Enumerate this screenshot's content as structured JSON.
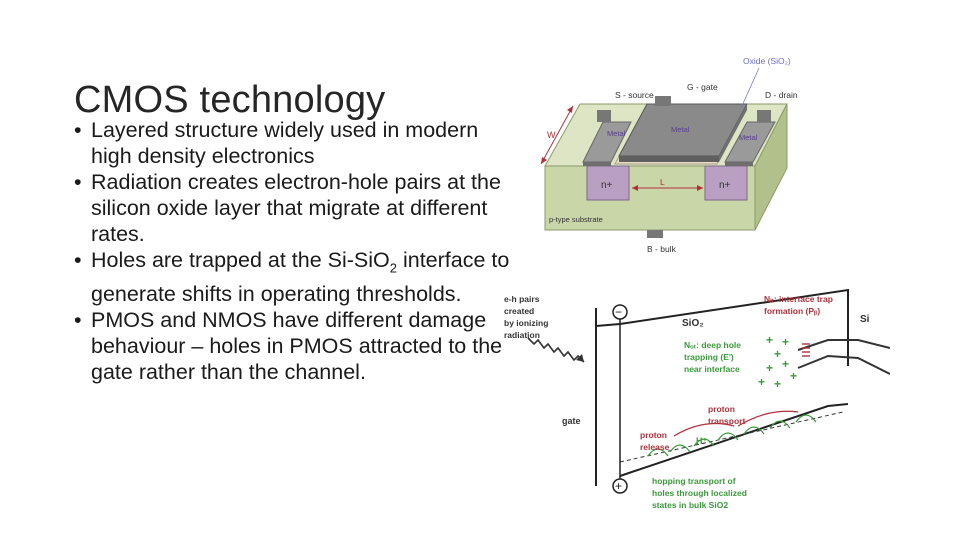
{
  "slide": {
    "title": "CMOS technology",
    "bullets": [
      {
        "text": "Layered structure widely used in modern high density electronics"
      },
      {
        "text": "Radiation creates electron-hole pairs at the silicon oxide layer that migrate at different rates."
      },
      {
        "pre": "Holes are trapped at the Si-SiO",
        "sub": "2",
        "post": " interface to generate shifts in operating thresholds."
      },
      {
        "text": "PMOS and NMOS have different damage behaviour – holes in PMOS attracted to the gate rather than the channel."
      }
    ]
  },
  "mos_figure": {
    "oxide_label": "Oxide (SiO₂)",
    "source_label": "S - source",
    "gate_label": "G - gate",
    "drain_label": "D - drain",
    "width_label": "W",
    "metal_left": "Metal",
    "metal_center": "Metal",
    "metal_right": "Metal",
    "n_left": "n+",
    "n_right": "n+",
    "length_label": "L",
    "substrate_label": "p-type substrate",
    "bulk_label": "B - bulk"
  },
  "band_figure": {
    "eh_pairs_label": [
      "e-h pairs",
      "created",
      "by ionizing",
      "radiation"
    ],
    "sio2_label": "SiO₂",
    "si_label": "Si",
    "nit_label": [
      "Nᵢₜ: interface trap",
      "formation (Pᵦ)"
    ],
    "not_label": [
      "Nₒₜ: deep hole",
      "trapping (E')",
      "near interface"
    ],
    "gate_label": "gate",
    "proton_transport_label": [
      "proton",
      "transport"
    ],
    "proton_release_label": [
      "proton",
      "release"
    ],
    "h_plus_label": "H⁺",
    "hopping_label": [
      "hopping transport of",
      "holes through localized",
      "states in bulk SiO2"
    ],
    "minus_symbol": "−",
    "plus_symbol": "+"
  },
  "colors": {
    "title": "#262626",
    "substrate": "#c9d6a8",
    "metal": "#8a8a8a",
    "n_region": "#b9a0c2",
    "oxide": "#e6ddc6",
    "band_red": "#b0303a",
    "band_green": "#3a9a3a"
  }
}
